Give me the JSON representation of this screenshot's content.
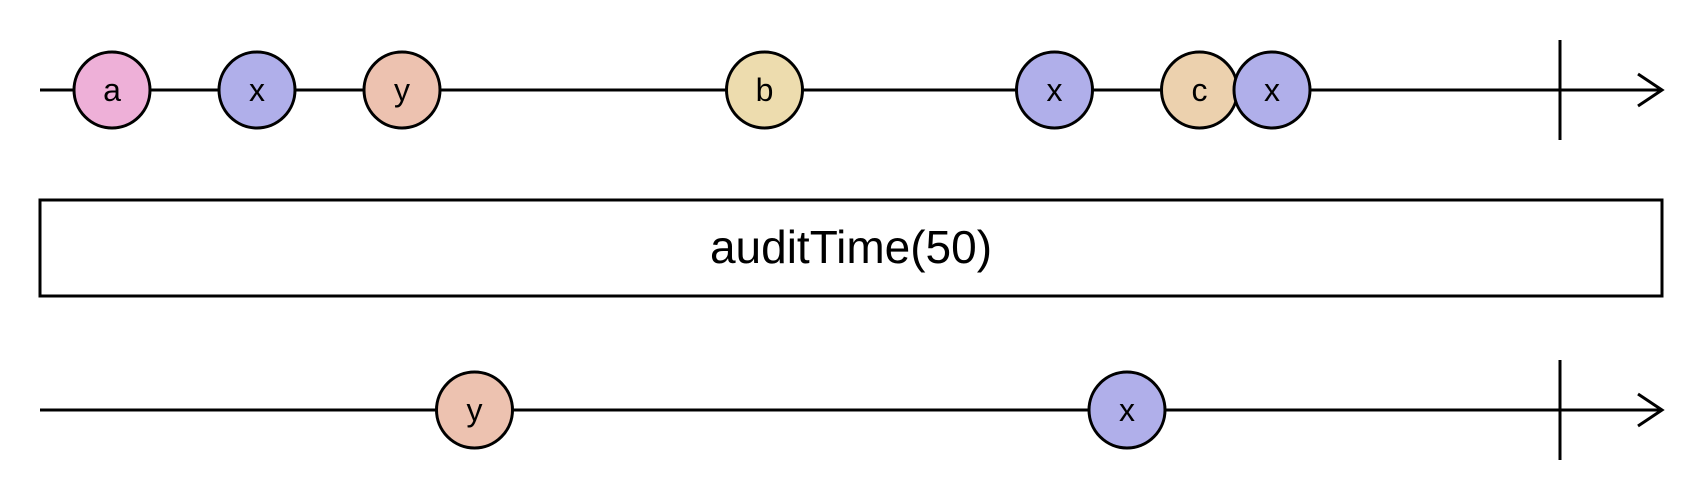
{
  "marble_colors": {
    "a": "#eeb0d8",
    "x": "#b0afea",
    "y": "#edc2b0",
    "b": "#eddcae",
    "c": "#ecd1ae"
  },
  "input_stream": {
    "marbles": [
      {
        "label": "a",
        "time": 0
      },
      {
        "label": "x",
        "time": 20
      },
      {
        "label": "y",
        "time": 40
      },
      {
        "label": "b",
        "time": 90
      },
      {
        "label": "x",
        "time": 130
      },
      {
        "label": "c",
        "time": 150
      },
      {
        "label": "x",
        "time": 160
      }
    ],
    "completed": true
  },
  "operator": {
    "label": "auditTime(50)"
  },
  "output_stream": {
    "marbles": [
      {
        "label": "y",
        "time": 50
      },
      {
        "label": "x",
        "time": 140
      }
    ],
    "completed": true
  }
}
